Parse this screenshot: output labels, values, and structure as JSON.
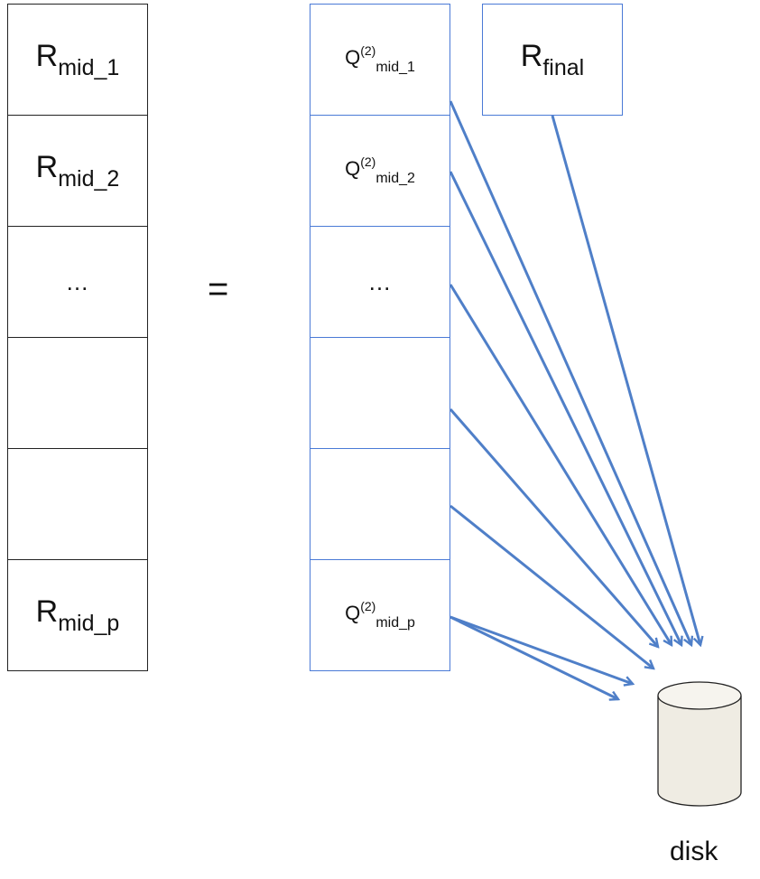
{
  "left_stack": {
    "cells": [
      {
        "base": "R",
        "sub": "mid_1"
      },
      {
        "base": "R",
        "sub": "mid_2"
      },
      {
        "text": "…"
      },
      {
        "text": ""
      },
      {
        "text": ""
      },
      {
        "base": "R",
        "sub": "mid_p"
      }
    ]
  },
  "equals": "=",
  "right_stack": {
    "cells": [
      {
        "base": "Q",
        "sup": "(2)",
        "sub": "mid_1"
      },
      {
        "base": "Q",
        "sup": "(2)",
        "sub": "mid_2"
      },
      {
        "text": "…"
      },
      {
        "text": ""
      },
      {
        "text": ""
      },
      {
        "base": "Q",
        "sup": "(2)",
        "sub": "mid_p"
      }
    ]
  },
  "final_box": {
    "base": "R",
    "sub": "final"
  },
  "disk": {
    "label": "disk"
  },
  "colors": {
    "arrow": "#4f7fc8",
    "disk_fill": "#efece3",
    "q_border": "#4a7ad6"
  }
}
